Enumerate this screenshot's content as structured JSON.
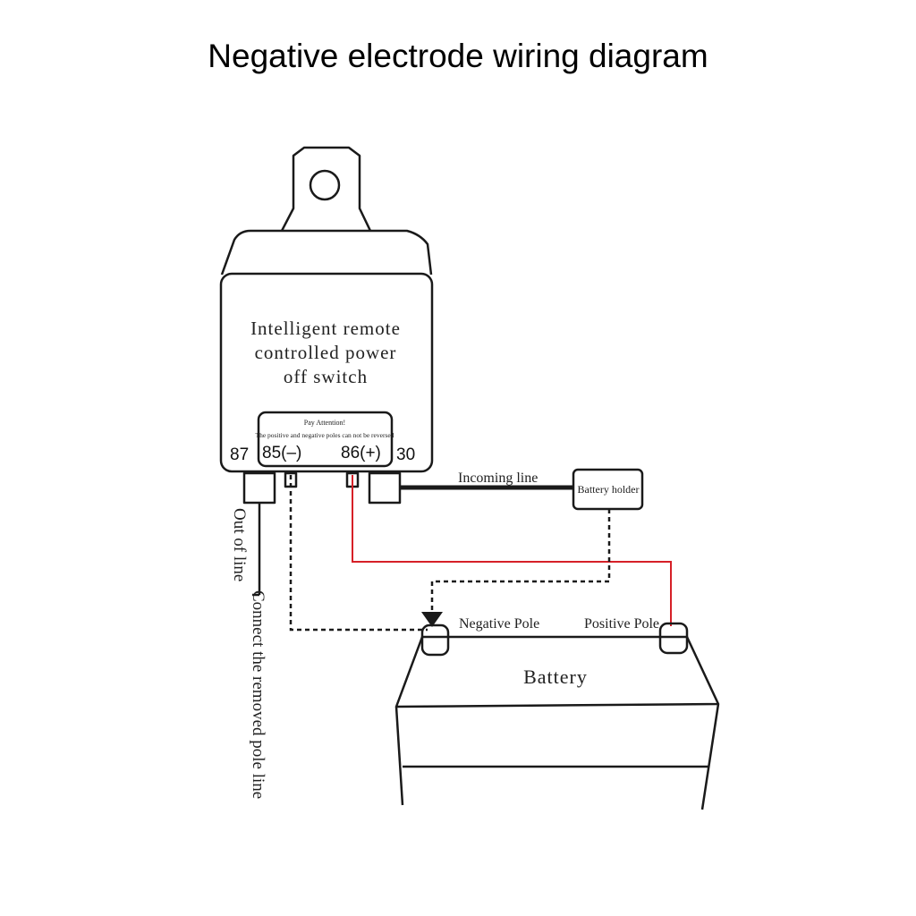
{
  "title": "Negative electrode wiring diagram",
  "switch": {
    "label_lines": [
      "Intelligent remote",
      "controlled power",
      "off switch"
    ],
    "notice_title": "Pay Attention!",
    "notice_text": "The positive and negative poles can not be reversed",
    "terminals": {
      "t87": "87",
      "t85": "85(–)",
      "t86": "86(+)",
      "t30": "30"
    }
  },
  "wires": {
    "incoming_line": "Incoming line",
    "out_of_line": "Out of line",
    "connect_removed": "Connect the removed pole line"
  },
  "battery_holder": "Battery holder",
  "battery": {
    "label": "Battery",
    "negative_pole": "Negative Pole",
    "positive_pole": "Positive Pole"
  },
  "colors": {
    "positive_wire": "#d62027",
    "line": "#1a1a1a"
  }
}
